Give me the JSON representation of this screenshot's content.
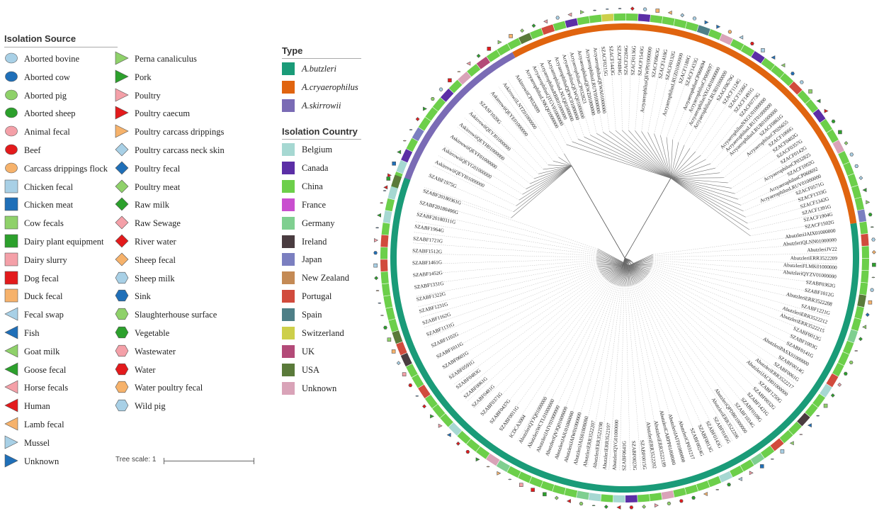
{
  "isolation_source": {
    "title": "Isolation Source",
    "col1": [
      {
        "label": "Aborted bovine",
        "shape": "circle",
        "color": "#a8d0e6"
      },
      {
        "label": "Aborted cow",
        "shape": "circle",
        "color": "#1f6fb8"
      },
      {
        "label": "Aborted pig",
        "shape": "circle",
        "color": "#8fd16a"
      },
      {
        "label": "Aborted sheep",
        "shape": "circle",
        "color": "#2ca02c"
      },
      {
        "label": "Animal fecal",
        "shape": "circle",
        "color": "#f4a0a8"
      },
      {
        "label": "Beef",
        "shape": "circle",
        "color": "#e31a1c"
      },
      {
        "label": "Carcass drippings flock",
        "shape": "circle",
        "color": "#f6b26b"
      },
      {
        "label": "Chicken fecal",
        "shape": "square",
        "color": "#a8d0e6"
      },
      {
        "label": "Chicken meat",
        "shape": "square",
        "color": "#1f6fb8"
      },
      {
        "label": "Cow fecals",
        "shape": "square",
        "color": "#8fd16a"
      },
      {
        "label": "Dairy plant equipment",
        "shape": "square",
        "color": "#2ca02c"
      },
      {
        "label": "Dairy slurry",
        "shape": "square",
        "color": "#f4a0a8"
      },
      {
        "label": "Dog fecal",
        "shape": "square",
        "color": "#e31a1c"
      },
      {
        "label": "Duck fecal",
        "shape": "square",
        "color": "#f6b26b"
      },
      {
        "label": "Fecal swap",
        "shape": "triangle-left",
        "color": "#a8d0e6"
      },
      {
        "label": "Fish",
        "shape": "triangle-left",
        "color": "#1f6fb8"
      },
      {
        "label": "Goat milk",
        "shape": "triangle-left",
        "color": "#8fd16a"
      },
      {
        "label": "Goose fecal",
        "shape": "triangle-left",
        "color": "#2ca02c"
      },
      {
        "label": "Horse fecals",
        "shape": "triangle-left",
        "color": "#f4a0a8"
      },
      {
        "label": "Human",
        "shape": "triangle-left",
        "color": "#e31a1c"
      },
      {
        "label": "Lamb fecal",
        "shape": "triangle-left",
        "color": "#f6b26b"
      },
      {
        "label": "Mussel",
        "shape": "triangle-right",
        "color": "#a8d0e6"
      },
      {
        "label": "Unknown",
        "shape": "triangle-right",
        "color": "#1f6fb8"
      }
    ],
    "col2": [
      {
        "label": "Perna canaliculus",
        "shape": "triangle-right",
        "color": "#8fd16a"
      },
      {
        "label": "Pork",
        "shape": "triangle-right",
        "color": "#2ca02c"
      },
      {
        "label": "Poultry",
        "shape": "triangle-right",
        "color": "#f4a0a8"
      },
      {
        "label": "Poultry caecum",
        "shape": "triangle-right",
        "color": "#e31a1c"
      },
      {
        "label": "Poultry carcass drippings",
        "shape": "triangle-right",
        "color": "#f6b26b"
      },
      {
        "label": "Poultry carcass neck skin",
        "shape": "diamond",
        "color": "#a8d0e6"
      },
      {
        "label": "Poultry fecal",
        "shape": "diamond",
        "color": "#1f6fb8"
      },
      {
        "label": "Poultry meat",
        "shape": "diamond",
        "color": "#8fd16a"
      },
      {
        "label": "Raw milk",
        "shape": "diamond",
        "color": "#2ca02c"
      },
      {
        "label": "Raw Sewage",
        "shape": "diamond",
        "color": "#f4a0a8"
      },
      {
        "label": "River water",
        "shape": "diamond",
        "color": "#e31a1c"
      },
      {
        "label": "Sheep fecal",
        "shape": "diamond",
        "color": "#f6b26b"
      },
      {
        "label": "Sheep milk",
        "shape": "hexagon",
        "color": "#a8d0e6"
      },
      {
        "label": "Sink",
        "shape": "hexagon",
        "color": "#1f6fb8"
      },
      {
        "label": "Slaughterhouse surface",
        "shape": "hexagon",
        "color": "#8fd16a"
      },
      {
        "label": "Vegetable",
        "shape": "hexagon",
        "color": "#2ca02c"
      },
      {
        "label": "Wastewater",
        "shape": "hexagon",
        "color": "#f4a0a8"
      },
      {
        "label": "Water",
        "shape": "hexagon",
        "color": "#e31a1c"
      },
      {
        "label": "Water poultry fecal",
        "shape": "hexagon",
        "color": "#f6b26b"
      },
      {
        "label": "Wild pig",
        "shape": "hexagon",
        "color": "#a8d0e6"
      }
    ]
  },
  "type_legend": {
    "title": "Type",
    "items": [
      {
        "label": "A.butzleri",
        "color": "#1a9b78"
      },
      {
        "label": "A.cryaerophilus",
        "color": "#e0640f"
      },
      {
        "label": "A.skirrowii",
        "color": "#7a6bb5"
      }
    ]
  },
  "country_legend": {
    "title": "Isolation Country",
    "items": [
      {
        "label": "Belgium",
        "color": "#a6d8d2"
      },
      {
        "label": "Canada",
        "color": "#5b2ea6"
      },
      {
        "label": "China",
        "color": "#6ccf4a"
      },
      {
        "label": "France",
        "color": "#c94fcf"
      },
      {
        "label": "Germany",
        "color": "#7fcf90"
      },
      {
        "label": "Ireland",
        "color": "#4a3c40"
      },
      {
        "label": "Japan",
        "color": "#7b7fc0"
      },
      {
        "label": "New Zealand",
        "color": "#c48a55"
      },
      {
        "label": "Portugal",
        "color": "#d14b3d"
      },
      {
        "label": "Spain",
        "color": "#4e7f87"
      },
      {
        "label": "Switzerland",
        "color": "#cdcf4a"
      },
      {
        "label": "UK",
        "color": "#b34a78"
      },
      {
        "label": "USA",
        "color": "#5a7a3a"
      },
      {
        "label": "Unknown",
        "color": "#d9a3b8"
      }
    ]
  },
  "tree_scale": {
    "label": "Tree scale: 1"
  },
  "tree": {
    "skirrowii_labels": [
      "SZABF1975G",
      "AskirrowiiQEYI01000000",
      "AskirrowiiQEYG01000000",
      "AskirrowiiQEYF01000000",
      "AskirrowiiQEYH01000000",
      "AskirrowiiQEYJ01000000",
      "SZASF1020G",
      "AskirrowiiQEYE01000000",
      "AskirrowiiLNTZ01000000",
      "AskirrowiiCP032099"
    ],
    "cryaerophilus_labels": [
      "AcryaerophilusLNKQ01000000",
      "AcryaerophilusQTGV01000000",
      "AcryaerophilusRBR01000000",
      "AcryaerophilusLNUQ01000000",
      "AcryaerophilusQEWC01000000",
      "AcryaerophilusQEWQ01000000",
      "AcryaerophilusCP032823",
      "AcryaerophilusQEWZ01000000",
      "AcryaerophilusLRUY01000000",
      "AcryaerophilusQEWA01000000",
      "SZACF0215G",
      "SZACF1443G",
      "SZACF0484G",
      "SZACF2204G",
      "SZACF0136G",
      "SZACF1543G",
      "AcryaerophilusQEWP01000000",
      "SZACF0863G",
      "SZACF1418G",
      "SZACF0132G",
      "AcryaerophilusLRUZ01000000",
      "SZACF1180G",
      "SZACF1433G",
      "AcryaerophilusCP060694",
      "AcryaerophilusCP060697",
      "AcryaerophilusNXGJ01000000",
      "AcryaerophilusLRUR01000000",
      "SZACF0670G",
      "SZACF1124G",
      "SZACF1506G",
      "SZACF1491G",
      "SZACF0773G",
      "AcryaerophilusNXGU01000000",
      "AcryaerophilusLRUT01000000",
      "AcryaerophilusLRUR01000000",
      "SZACF0861G",
      "AcryaerophilusCP026655",
      "SZACF1066G",
      "SZACF0402G",
      "SZACF0357G",
      "SZACF0142G",
      "AcryaerophilusCP032825",
      "SZACF1002G",
      "AcryaerophilusCP060692",
      "AcryaerophilusLRUV01000000",
      "SZACF0571G",
      "SZACF1333G",
      "SZACF1342G",
      "SZACF1391G",
      "SZACF1904G",
      "SZACF1502G"
    ],
    "butzleri_right_labels": [
      "AbutzleriJAIX01000000",
      "AbutzleriQLNN01000000",
      "AbutzleriJV22",
      "AbutzleriERR3522209",
      "AbutzleriFLMK01000000",
      "AbutzleriQYZV01000000",
      "SZABF0362G",
      "SZABF1012G",
      "AbutzleriERR3522208",
      "SZABF1221G",
      "AbutzleriERR3522212",
      "AbutzleriERR3522215",
      "SZABF0012G",
      "SZABF1003G",
      "SZABF0141G",
      "AbutzleriPASX01000000",
      "SZABF0014G",
      "SZABF0061G",
      "AbutzleriERR3522217",
      "AbutzleriJACH01000000",
      "SZABF1250G",
      "SZABF0032G",
      "SZABF1421G",
      "SZABF0108G",
      "SZABF1034G"
    ],
    "butzleri_bottom_labels": [
      "AbutzleriQPDB01000000",
      "AbutzleriERR3522206",
      "SZABF0185G",
      "SZABF0143G",
      "SZABF0013G",
      "SZABF0024G",
      "AbutzleriCP031217",
      "AbutzleriJAIT01000000",
      "AbutzleriCARPP01000000",
      "AbutzleriERR3522199",
      "AbutzleriERR3522202",
      "SZABF0015G",
      "SZABF0023G",
      "SZABF0641G",
      "AbutzleriQYG01000000",
      "AbutzleriERR3522197",
      "AbutzleriERR3522198",
      "AbutzleriERR3522207",
      "AbutzleriJAIS01000000",
      "AbutzleriJAIW01000000",
      "AbutzleriJAIU01000000",
      "AbutzleriQVJQ01000000",
      "AbutzleriJAIV01000000",
      "AbutzleriWCTL01000000",
      "AbutzleriQYJQ01000000"
    ],
    "butzleri_left_labels": [
      "ICDCA3004",
      "SZABF0011G",
      "SZABF0437G",
      "SZABF0371G",
      "SZABF0481G",
      "SZABF0061G",
      "SZABF0483G",
      "SZABF0591G",
      "SZABF0601G",
      "SZABF1011G",
      "SZABF1102G",
      "SZABF1131G",
      "SZABF1162G",
      "SZABF1231G",
      "SZABF1322G",
      "SZABF1331G",
      "SZABF1452G",
      "SZABF1461G",
      "SZABF1512G",
      "SZABF1721G",
      "SZABF1964G",
      "SZABF20180311G",
      "SZABF20180406G",
      "SZABF20180361G"
    ]
  }
}
